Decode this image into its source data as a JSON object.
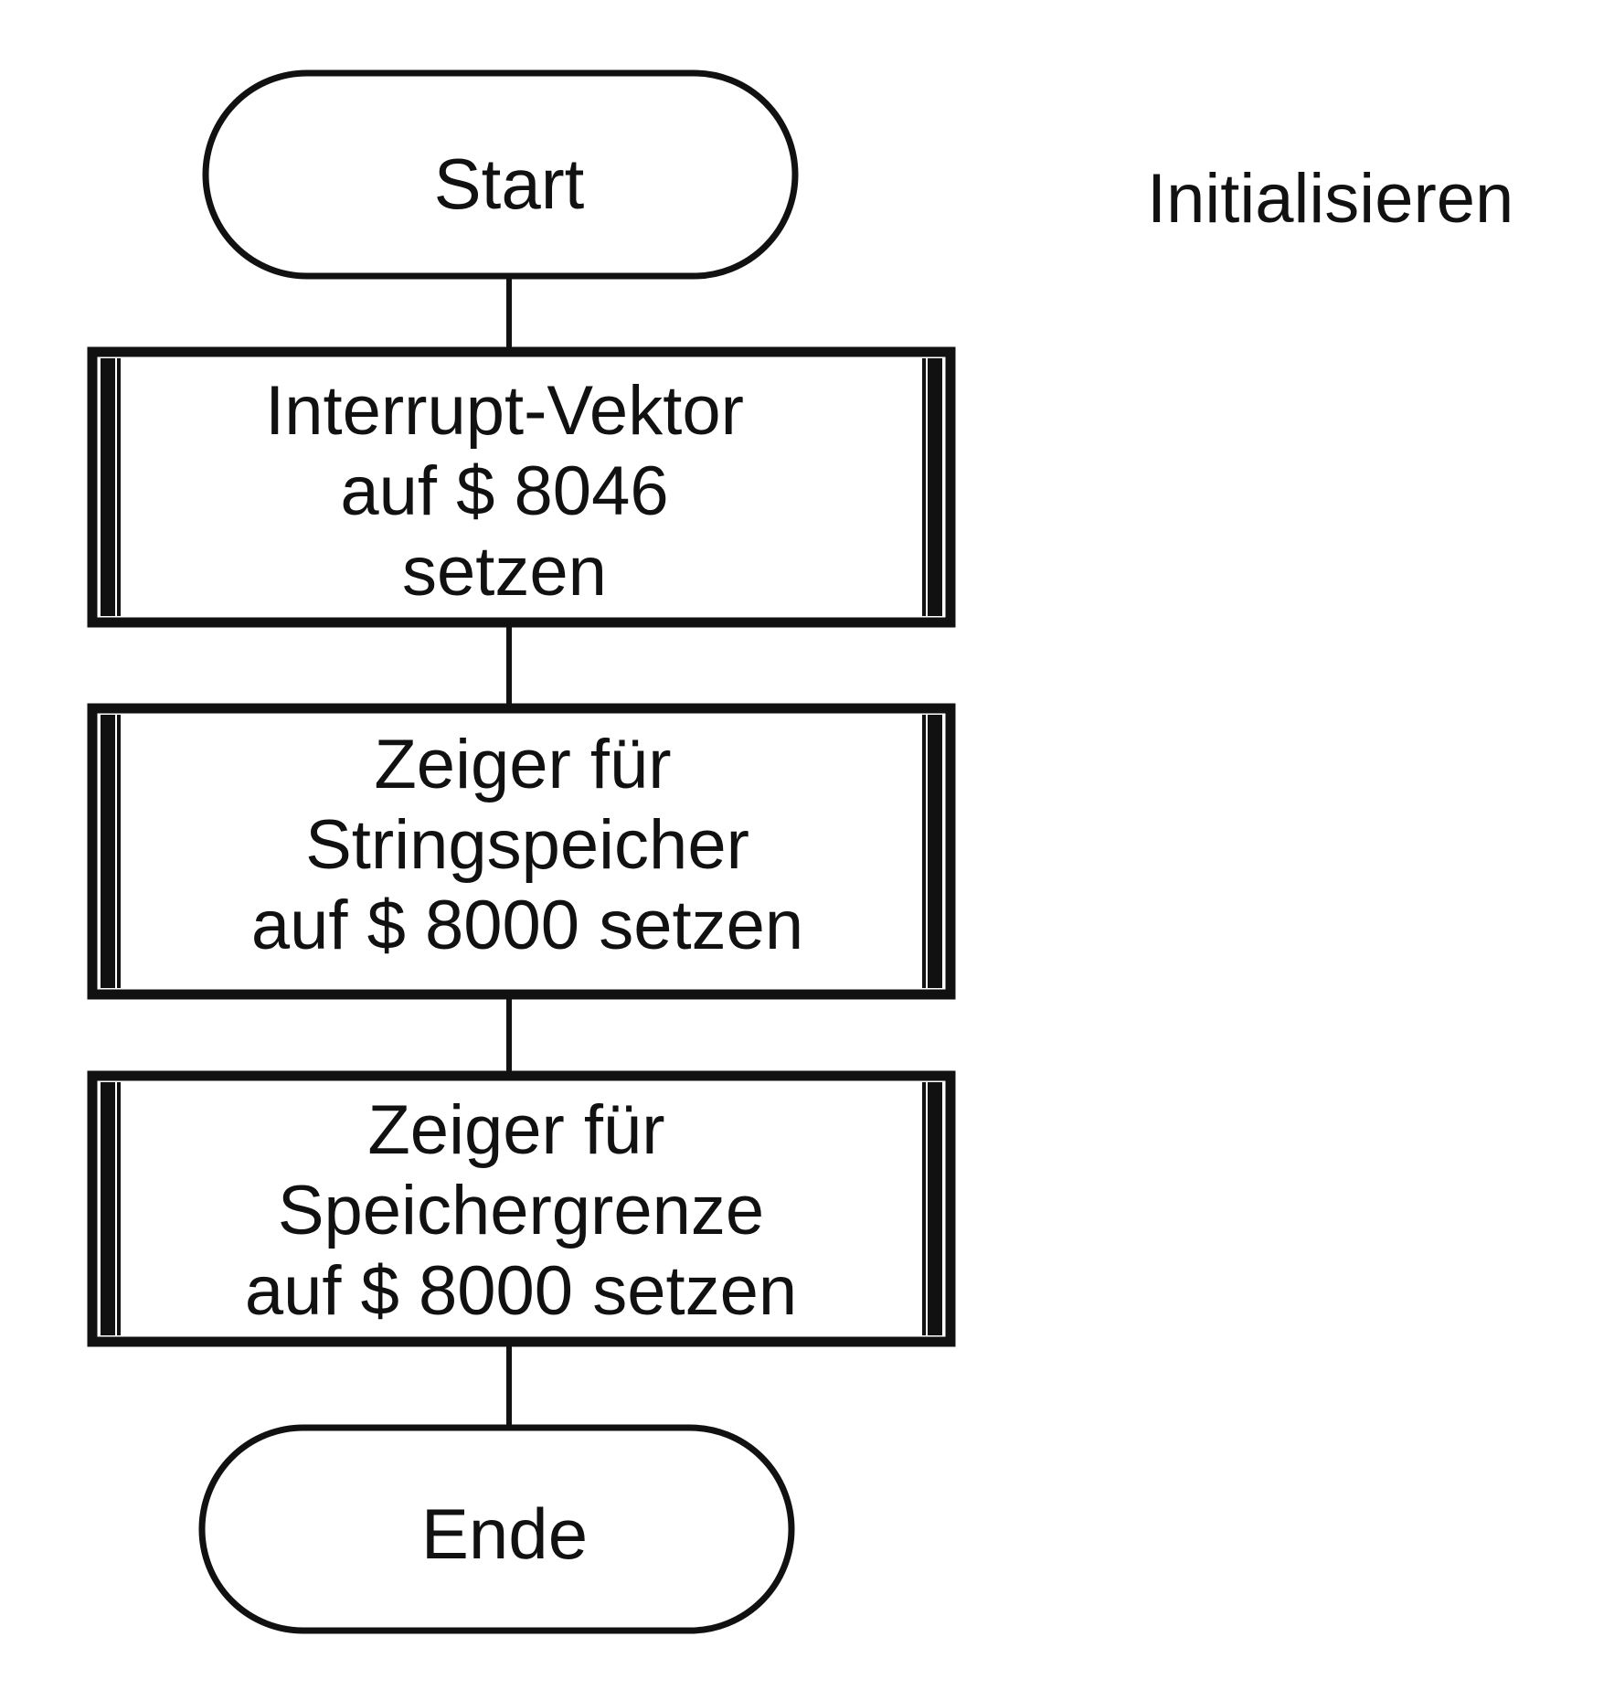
{
  "title": "Initialisieren",
  "flowchart": {
    "start": "Start",
    "steps": [
      {
        "lines": [
          "Interrupt-Vektor",
          "auf $ 8046",
          "setzen"
        ]
      },
      {
        "lines": [
          "Zeiger für",
          "Stringspeicher",
          "auf $ 8000 setzen"
        ]
      },
      {
        "lines": [
          "Zeiger für",
          "Speichergrenze",
          "auf $ 8000 setzen"
        ]
      }
    ],
    "end": "Ende"
  },
  "colors": {
    "stroke": "#111111",
    "background": "#ffffff"
  }
}
